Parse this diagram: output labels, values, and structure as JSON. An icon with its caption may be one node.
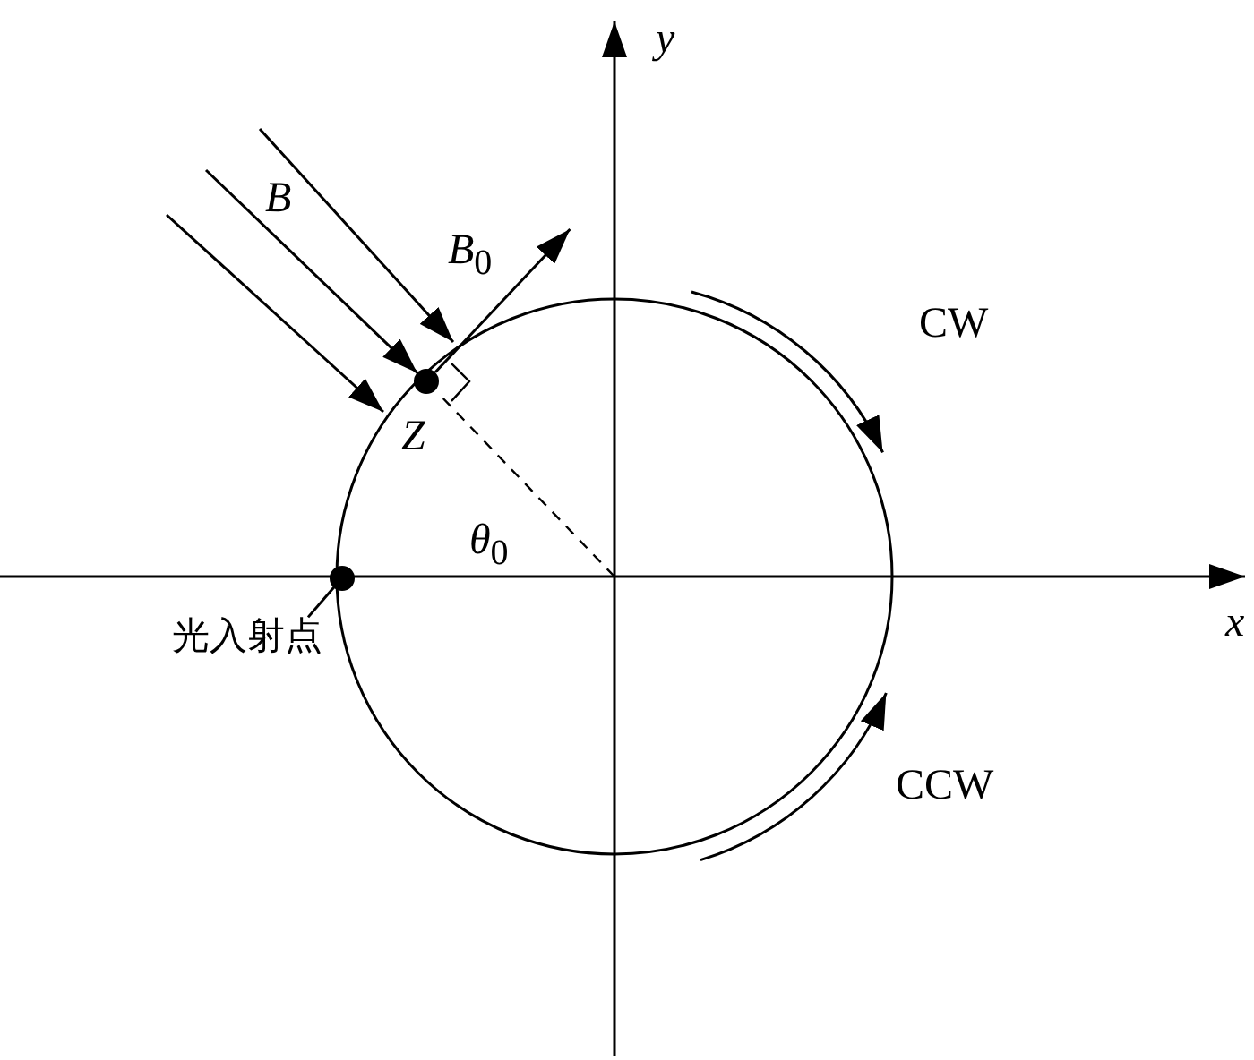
{
  "diagram": {
    "nodes": [
      {
        "text": [],
        "shape": "circle",
        "beside": [
          "Z"
        ]
      },
      {
        "text": [],
        "shape": "circle"
      },
      {
        "text": [
          "光入射点"
        ]
      }
    ],
    "edges": [
      {
        "from": null,
        "to": 0,
        "arrow": "to"
      },
      {
        "from": 0,
        "to": null,
        "arrow": "to",
        "label": "*B*$_{0}$"
      },
      {
        "from": 2,
        "to": 1,
        "arrow": "none"
      }
    ],
    "labels": [
      "y",
      "B",
      "CW",
      "*θ*$_{0}$",
      "x",
      "CCW"
    ]
  }
}
